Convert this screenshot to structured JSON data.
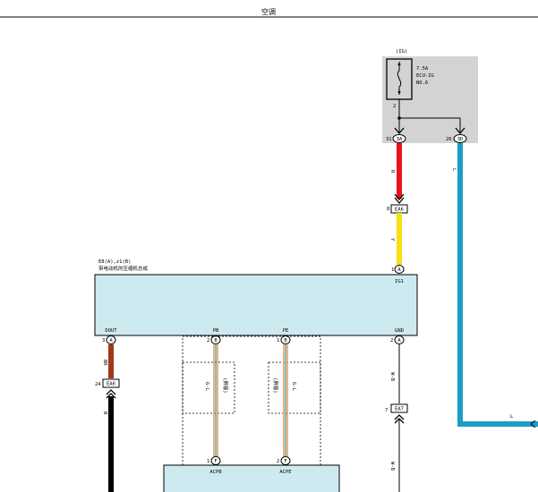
{
  "page": {
    "title": "空调"
  },
  "fuse_box": {
    "header": "(IG)",
    "fuse_rating": "7.5A",
    "fuse_name": "ECU-IG",
    "fuse_no": "NO.6",
    "fuse_pin": "2",
    "conn_left": {
      "pin": "31",
      "code": "3A"
    },
    "conn_right": {
      "pin": "26",
      "code": "3D"
    }
  },
  "wire_labels": {
    "red": "R",
    "yellow": "Y",
    "blue": "L",
    "brown": "BR",
    "black": "B",
    "gnd_top": "W-B",
    "gnd_bottom": "W-B",
    "shield_left": "G-L",
    "shield_left_note": "(屏蔽)",
    "shield_right": "G-L",
    "shield_right_note": "(屏蔽)"
  },
  "connectors": {
    "ea6_top": {
      "pin": "8",
      "label": "EA6"
    },
    "ea6_left": {
      "pin": "24",
      "label": "EA6"
    },
    "ea7": {
      "pin": "7",
      "label": "EA7"
    }
  },
  "compressor": {
    "codes": "E8(A),z1(B)",
    "name": "带电动机的压缩机总成",
    "pin_ig1": {
      "num": "1",
      "code": "A",
      "name": "IG1"
    },
    "pin_dout": {
      "num": "3",
      "code": "A",
      "name": "DOUT"
    },
    "pin_pb": {
      "num": "2",
      "code": "B",
      "name": "PB"
    },
    "pin_pe": {
      "num": "1",
      "code": "B",
      "name": "PE"
    },
    "pin_gnd": {
      "num": "2",
      "code": "A",
      "name": "GND"
    }
  },
  "bottom_unit": {
    "pin_acpb": {
      "num": "1",
      "code": "F",
      "name": "ACPB"
    },
    "pin_acpe": {
      "num": "2",
      "code": "F",
      "name": "ACPE"
    }
  },
  "colors": {
    "red": "#e8141a",
    "yellow": "#f6df13",
    "blue": "#1a9ec3",
    "brown": "#a0381a",
    "black": "#000000",
    "orange": "#f0a050",
    "component_fill": "#cdeaf0",
    "fuse_box_fill": "#d3d3d3"
  }
}
